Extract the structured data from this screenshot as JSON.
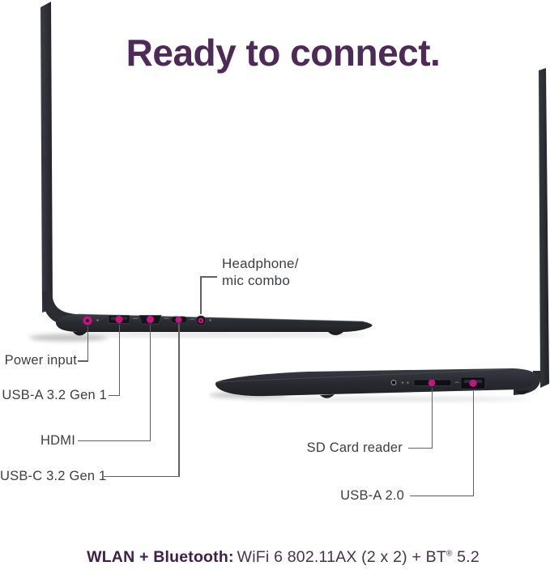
{
  "title": "Ready to connect.",
  "colors": {
    "title_text": "#4d2a57",
    "accent_port_marker": "#c4147f",
    "laptop_body": "#2b2e33",
    "label_text": "#3d3e40",
    "callout_line": "#5f6062",
    "footer_bold": "#3f2048",
    "footer_regular": "#453347"
  },
  "left_side_view": {
    "ports": {
      "headphone": {
        "label_line1": "Headphone/",
        "label_line2": "mic combo"
      },
      "power": {
        "label": "Power input"
      },
      "usb_a_32": {
        "label": "USB-A 3.2 Gen 1"
      },
      "hdmi": {
        "label": "HDMI"
      },
      "usb_c_32": {
        "label": "USB-C 3.2 Gen 1"
      }
    }
  },
  "right_side_view": {
    "ports": {
      "sd_reader": {
        "label": "SD Card reader"
      },
      "usb_a_20": {
        "label": "USB-A 2.0"
      }
    }
  },
  "footer": {
    "bold_label": "WLAN + Bluetooth:",
    "value_prefix": "WiFi 6 802.11AX (2 x 2) + BT",
    "reg_mark": "®",
    "value_suffix": "5.2"
  }
}
